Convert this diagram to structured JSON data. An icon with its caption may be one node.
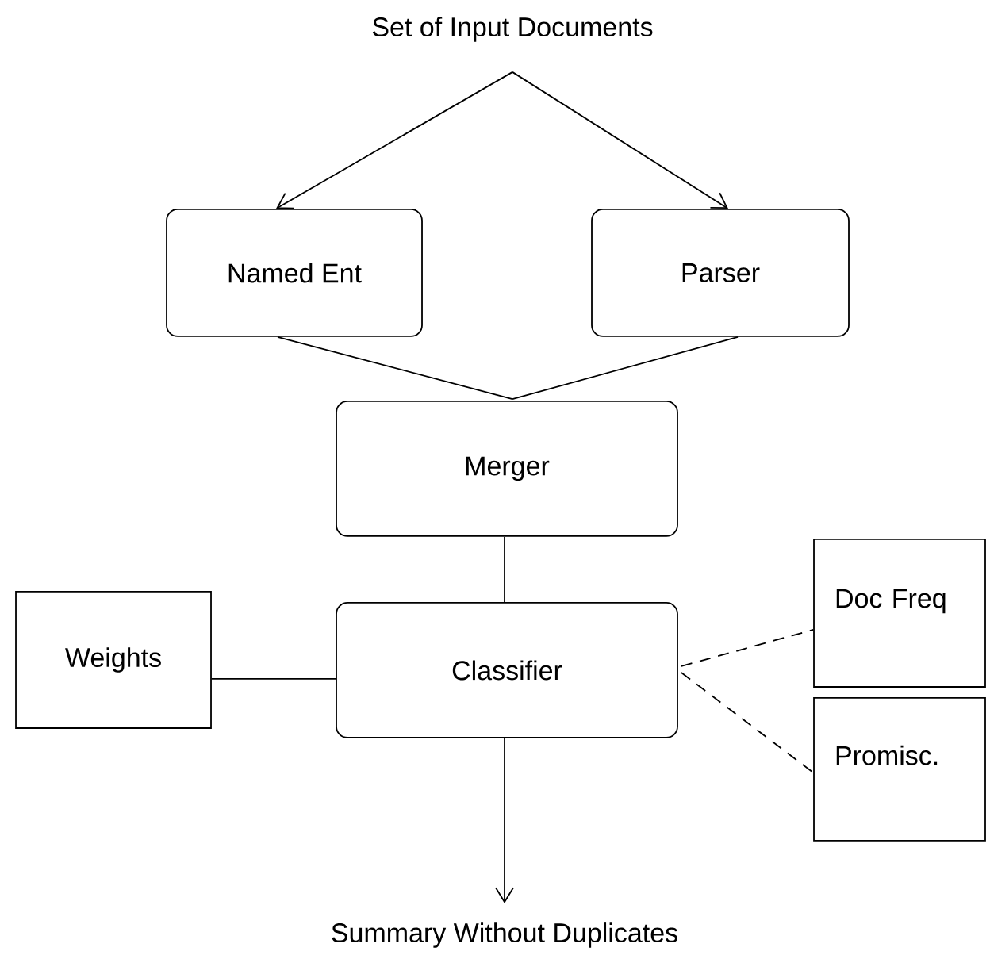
{
  "diagram": {
    "nodes": [
      {
        "text": [
          "Set of Input Documents"
        ]
      },
      {
        "text": [
          "Named Ent"
        ]
      },
      {
        "text": [
          "Parser"
        ]
      },
      {
        "text": [
          "Merger"
        ]
      },
      {
        "text": [
          "Weights"
        ]
      },
      {
        "text": [
          "Classifier"
        ]
      },
      {
        "text": [
          "Doc Freq"
        ]
      },
      {
        "text": [
          "Promisc."
        ]
      },
      {
        "text": [
          "Summary Without Duplicates"
        ]
      }
    ],
    "edges": [
      {
        "from": 0,
        "to": 1,
        "arrow": "to"
      },
      {
        "from": 0,
        "to": 2,
        "arrow": "to"
      },
      {
        "from": 1,
        "to": 3,
        "arrow": "none"
      },
      {
        "from": 2,
        "to": 3,
        "arrow": "none"
      },
      {
        "from": 3,
        "to": 5,
        "arrow": "none"
      },
      {
        "from": 4,
        "to": 5,
        "arrow": "none"
      },
      {
        "from": 5,
        "to": 6,
        "arrow": "none",
        "style": "dashed"
      },
      {
        "from": 5,
        "to": 7,
        "arrow": "none",
        "style": "dashed"
      },
      {
        "from": 5,
        "to": 8,
        "arrow": "to"
      }
    ]
  }
}
